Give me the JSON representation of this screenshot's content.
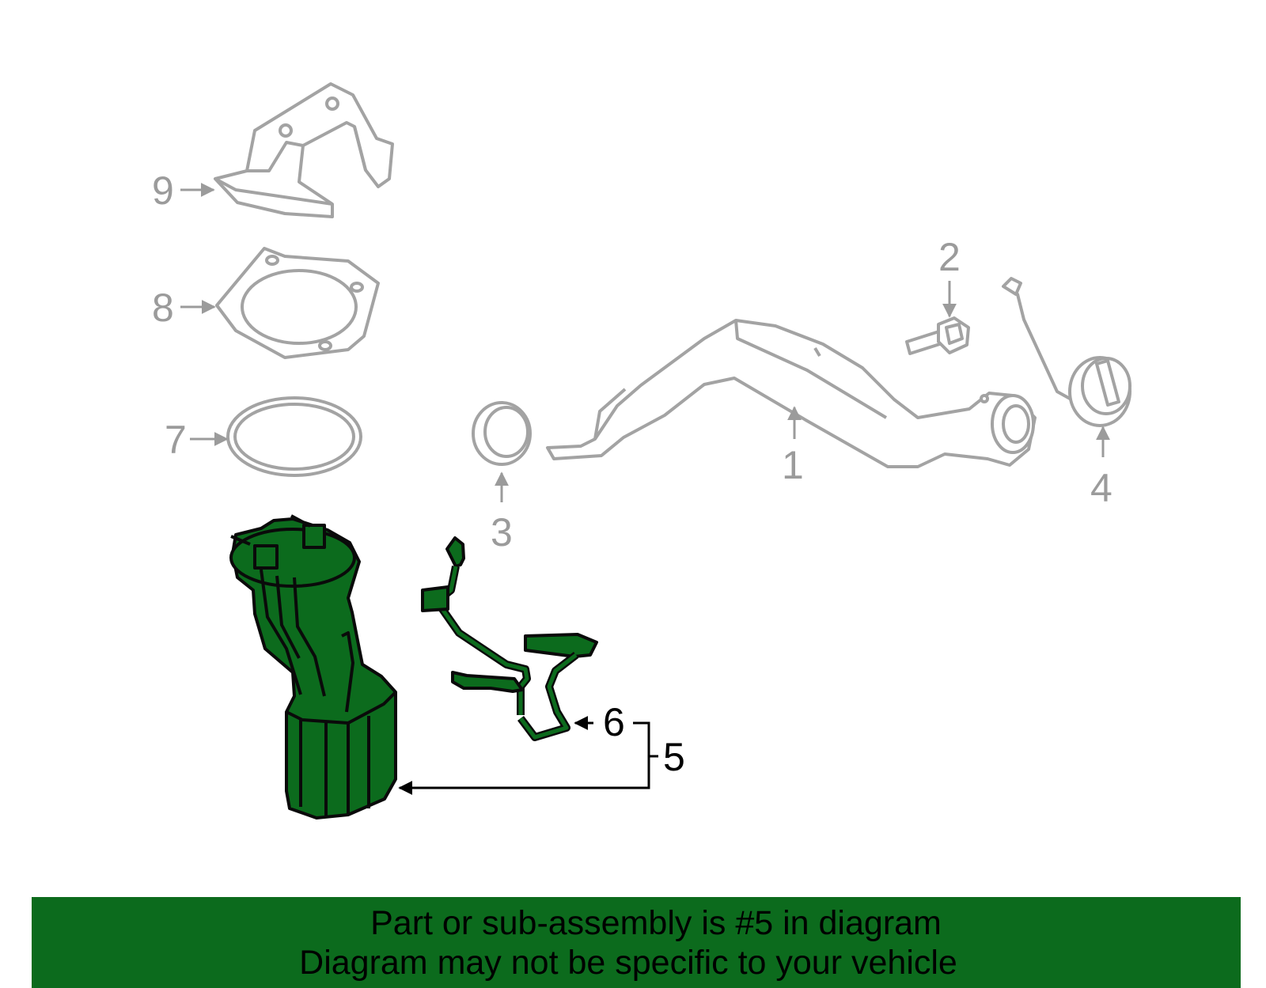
{
  "callouts": {
    "c1": "1",
    "c2": "2",
    "c3": "3",
    "c4": "4",
    "c5": "5",
    "c6": "6",
    "c7": "7",
    "c8": "8",
    "c9": "9"
  },
  "banner": {
    "line1": "Part or sub-assembly is #5 in diagram",
    "line2": "Diagram may not be specific to your vehicle"
  },
  "colors": {
    "highlight_fill": "#0c6b1d",
    "highlight_stroke": "#0a0a0a",
    "other_parts_stroke": "#a3a3a3",
    "banner_bg": "#0c6b1d"
  },
  "highlighted_part": "5"
}
